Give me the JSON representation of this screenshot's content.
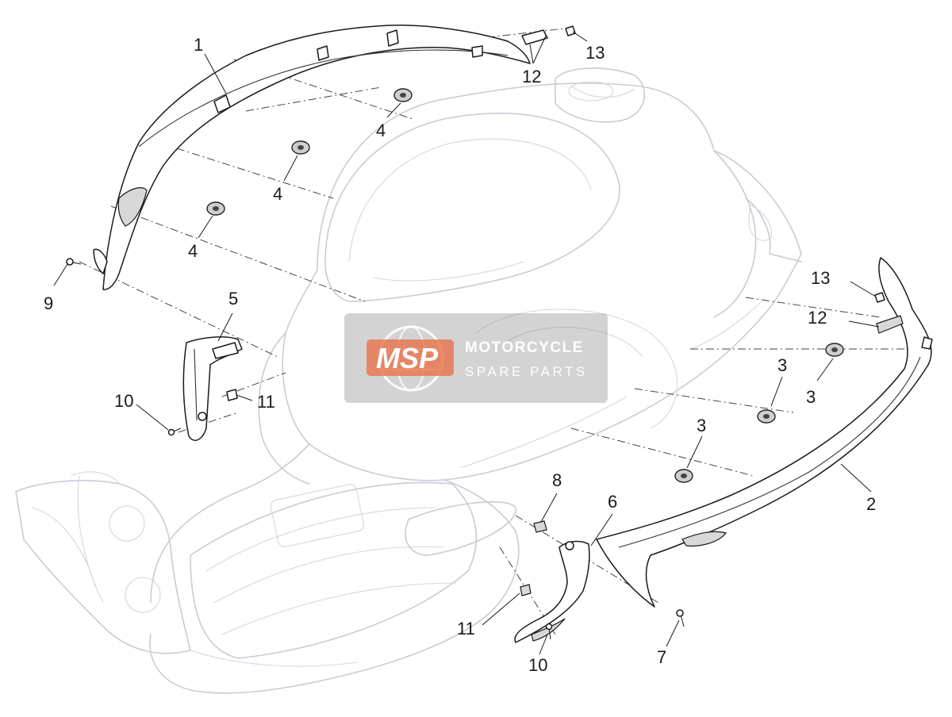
{
  "diagram": {
    "callouts": [
      {
        "id": "c1",
        "text": "1"
      },
      {
        "id": "c2",
        "text": "2"
      },
      {
        "id": "c3a",
        "text": "3"
      },
      {
        "id": "c3b",
        "text": "3"
      },
      {
        "id": "c3c",
        "text": "3"
      },
      {
        "id": "c4a",
        "text": "4"
      },
      {
        "id": "c4b",
        "text": "4"
      },
      {
        "id": "c4c",
        "text": "4"
      },
      {
        "id": "c5",
        "text": "5"
      },
      {
        "id": "c6",
        "text": "6"
      },
      {
        "id": "c7",
        "text": "7"
      },
      {
        "id": "c8",
        "text": "8"
      },
      {
        "id": "c9",
        "text": "9"
      },
      {
        "id": "c10a",
        "text": "10"
      },
      {
        "id": "c10b",
        "text": "10"
      },
      {
        "id": "c11a",
        "text": "11"
      },
      {
        "id": "c11b",
        "text": "11"
      },
      {
        "id": "c12a",
        "text": "12"
      },
      {
        "id": "c12b",
        "text": "12"
      },
      {
        "id": "c13a",
        "text": "13"
      },
      {
        "id": "c13b",
        "text": "13"
      }
    ]
  },
  "watermark": {
    "logo_text": "MSP",
    "title": "MOTORCYCLE",
    "subtitle": "SPARE PARTS",
    "logo_color": "#e8734a"
  }
}
